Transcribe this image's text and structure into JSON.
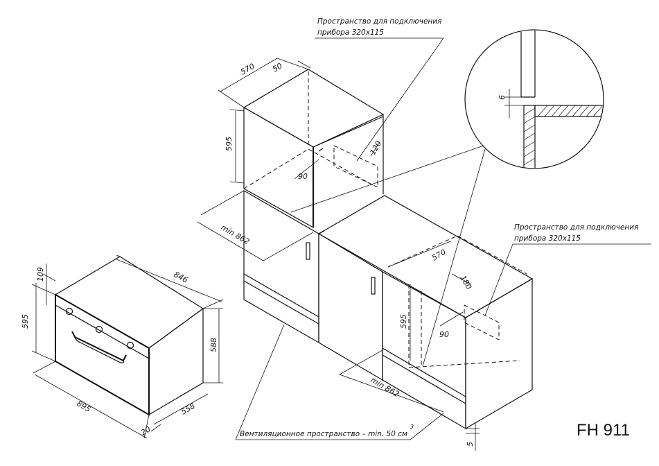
{
  "model": "FH 911",
  "notes": {
    "top_connection_line1": "Пространство для подключения",
    "top_connection_line2": "прибора 320x115",
    "right_connection_line1": "Пространство для подключения",
    "right_connection_line2": "прибора 320x115",
    "ventilation": "Вентиляционное пространство – min. 50 см",
    "ventilation_sup": "3"
  },
  "dimensions": {
    "oven_width": "895",
    "oven_depth": "846",
    "oven_height": "595",
    "oven_top_panel": "109",
    "oven_body_height": "588",
    "oven_body_depth": "558",
    "oven_front_offset": "20",
    "wall_width": "570",
    "wall_top": "50",
    "wall_height": "595",
    "wall_cutout": "120",
    "wall_angle": "90",
    "wall_min": "min 862",
    "base_width": "570",
    "base_cutout": "180",
    "base_height": "595",
    "base_angle": "90",
    "base_min": "min 862",
    "base_offset": "5",
    "detail_gap": "6"
  }
}
